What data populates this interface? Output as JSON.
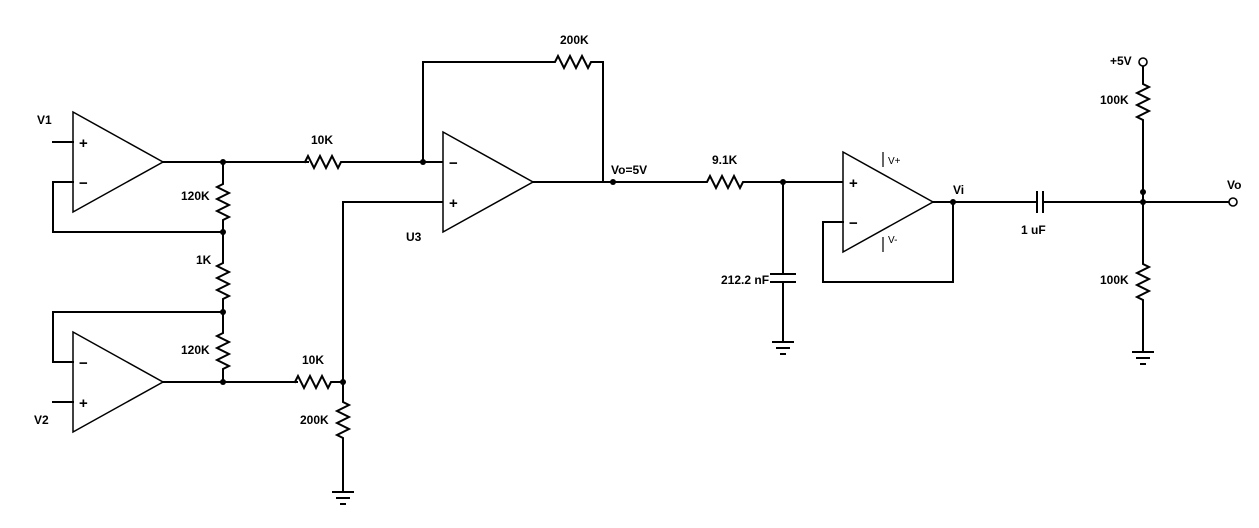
{
  "inputs": {
    "v1": "V1",
    "v2": "V2"
  },
  "opamps": {
    "u3": "U3",
    "sign_plus": "+",
    "sign_minus": "−",
    "v_plus": "V+",
    "v_minus": "V-"
  },
  "components": {
    "r_gain_top": "120K",
    "r_gain_mid": "1K",
    "r_gain_bot": "120K",
    "r_in_top": "10K",
    "r_in_bot": "10K",
    "r_feedback": "200K",
    "r_ground": "200K",
    "r_filter": "9.1K",
    "c_filter": "212.2 nF",
    "c_coupling": "1 uF",
    "r_bias_top": "100K",
    "r_bias_bot": "100K"
  },
  "nodes": {
    "vo_stage": "Vo=5V",
    "vi": "Vi",
    "supply": "+5V",
    "vo": "Vo"
  }
}
